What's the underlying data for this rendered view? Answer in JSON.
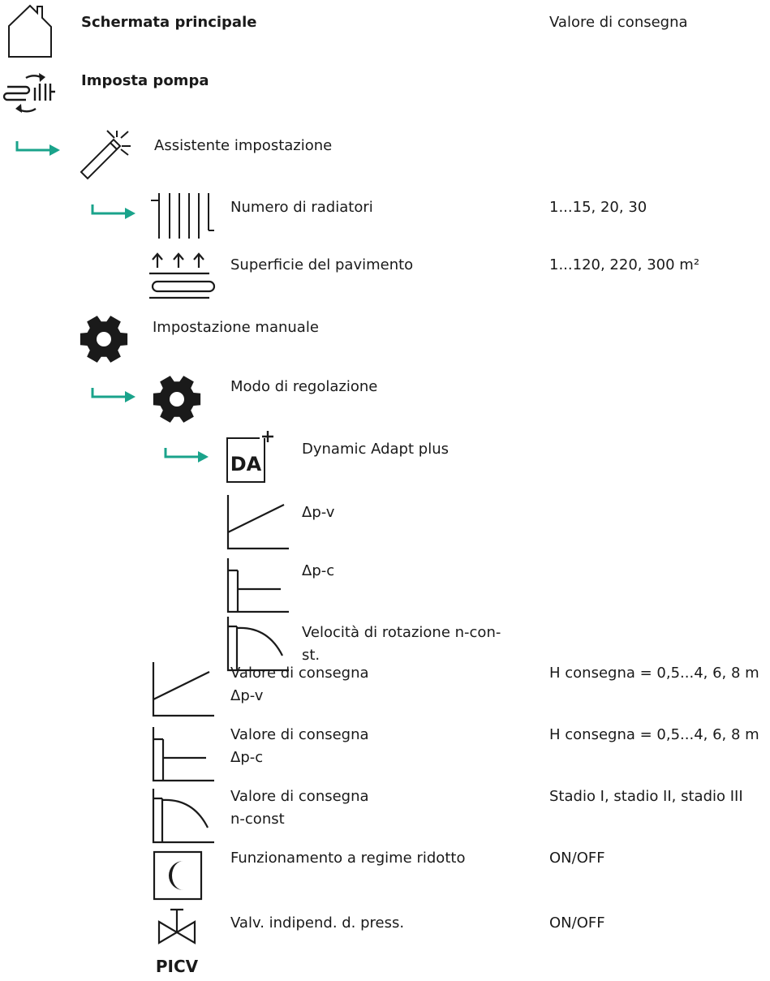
{
  "header": {
    "main_screen": "Schermata principale",
    "setpoint_heading": "Valore di consegna"
  },
  "pump_setup": {
    "title": "Imposta pompa"
  },
  "wizard": {
    "label": "Assistente impostazione",
    "radiators": {
      "label": "Numero di radiatori",
      "value": "1...15, 20, 30"
    },
    "floor": {
      "label": "Superficie del pavimento",
      "value": "1...120, 220, 300 m²"
    }
  },
  "manual": {
    "label": "Impostazione manuale",
    "control_mode": {
      "label": "Modo di regolazione",
      "options": {
        "dynamic_adapt": "Dynamic Adapt plus",
        "dpv": "Δp-v",
        "dpc": "Δp-c",
        "speed_line1": "Velocità di rotazione n-con-",
        "speed_line2": "st."
      }
    },
    "setpoint_dpv": {
      "line1": "Valore di consegna",
      "line2": "Δp-v",
      "value": "H consegna = 0,5...4, 6, 8 m"
    },
    "setpoint_dpc": {
      "line1": "Valore di consegna",
      "line2": "Δp-c",
      "value": "H consegna = 0,5...4, 6, 8 m"
    },
    "setpoint_nconst": {
      "line1": "Valore di consegna",
      "line2": "n-const",
      "value": "Stadio I, stadio II, stadio III"
    },
    "night_mode": {
      "label": "Funzionamento a regime ridotto",
      "value": "ON/OFF"
    },
    "picv": {
      "label": "Valv. indipend. d. press.",
      "value": "ON/OFF",
      "icon_text": "PICV"
    }
  },
  "icons": {
    "house": "house-icon",
    "pump_settings": "pump-settings-icon",
    "wand": "magic-wand-icon",
    "radiator": "radiator-icon",
    "floor_heating": "floor-heating-icon",
    "gear": "gear-icon",
    "da_plus": "dynamic-adapt-icon",
    "dpv": "dp-v-curve-icon",
    "dpc": "dp-c-curve-icon",
    "nconst": "n-const-curve-icon",
    "moon": "moon-icon",
    "valve": "valve-icon",
    "arrow": "arrow-right-icon"
  },
  "colors": {
    "accent": "#1aa38b",
    "text": "#1a1a1a"
  }
}
